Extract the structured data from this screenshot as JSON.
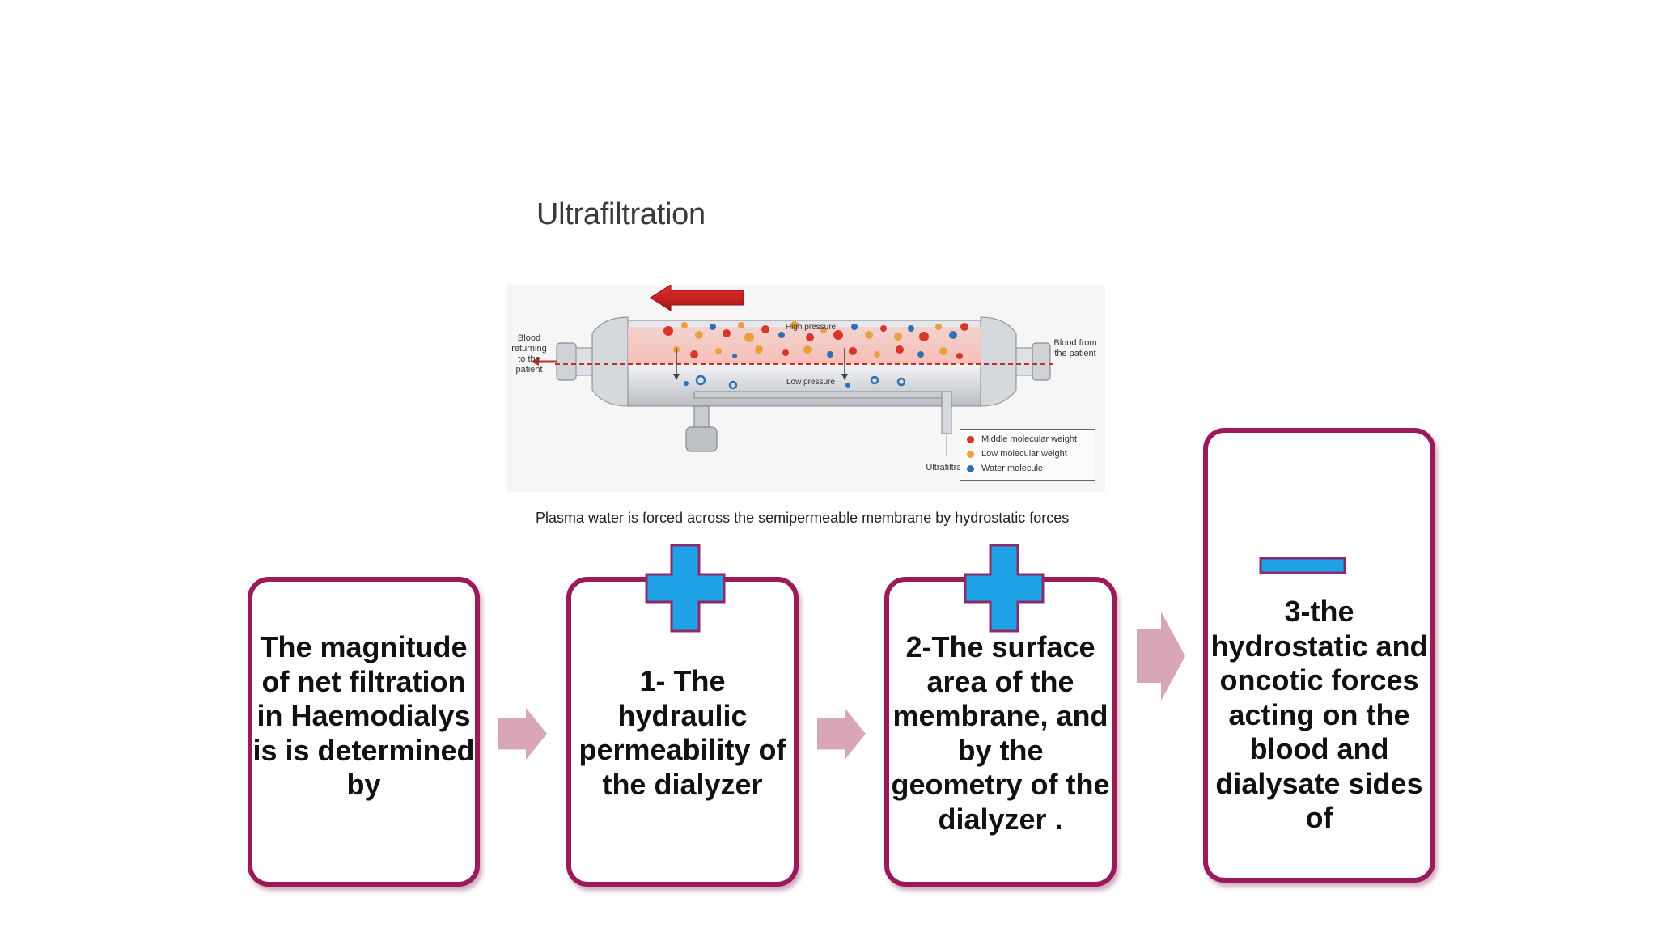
{
  "title": "Ultrafiltration",
  "figure": {
    "label_blood_returning": "Blood returning to the patient",
    "label_blood_from": "Blood from the patient",
    "label_high_pressure": "High pressure",
    "label_low_pressure": "Low pressure",
    "label_ultrafiltrate": "Ultrafiltrate",
    "legend": [
      {
        "label": "Middle molecular weight",
        "color": "#d9362b"
      },
      {
        "label": "Low molecular weight",
        "color": "#e8a040"
      },
      {
        "label": "Water molecule",
        "color": "#2f6fb5"
      }
    ]
  },
  "caption": "Plasma water is forced across the semipermeable membrane by hydrostatic forces",
  "boxes": [
    {
      "text": "The magnitude of net filtration in Haemodialys is  is determined by"
    },
    {
      "text": "1- The hydraulic permeability of the dialyzer"
    },
    {
      "text": "2-The surface area of the membrane, and by the geometry of  the dialyzer ."
    },
    {
      "text": "3-the hydrostatic and oncotic forces acting  on the blood and dialysate sides of"
    }
  ],
  "colors": {
    "box_border": "#9b1b5a",
    "arrow": "#d9a6b8",
    "plus_fill": "#1fa3e6",
    "plus_border": "#8a2a6a"
  }
}
